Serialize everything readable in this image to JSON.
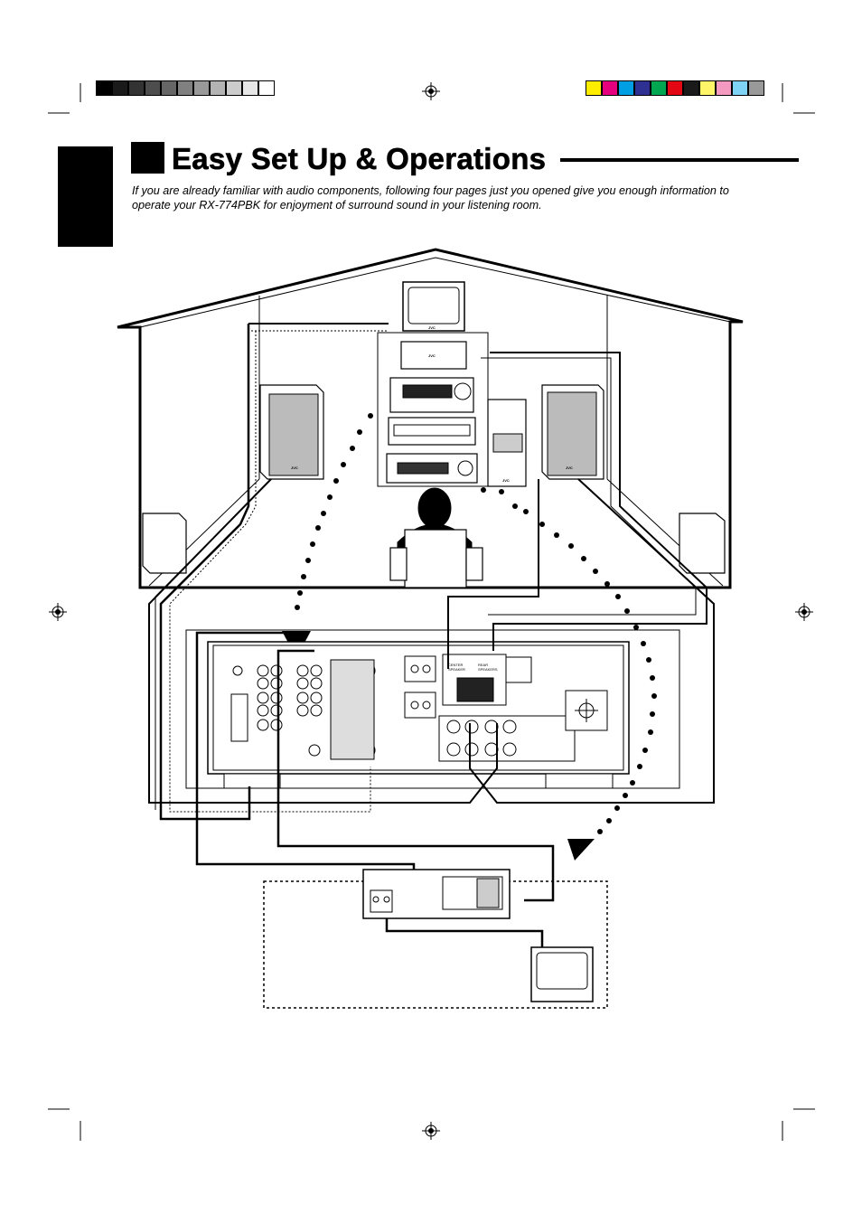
{
  "header": {
    "title": "Easy Set Up & Operations",
    "intro": "If you are already familiar with audio components, following four pages just you opened give you enough information to operate your RX-774PBK for enjoyment of surround sound in your listening room."
  },
  "colors": {
    "ink": "#000000",
    "paper": "#ffffff",
    "gray_scale": [
      "#000000",
      "#1a1a1a",
      "#333333",
      "#4d4d4d",
      "#666666",
      "#808080",
      "#999999",
      "#b3b3b3",
      "#cccccc",
      "#e6e6e6",
      "#ffffff"
    ],
    "process_bar": [
      "#ffed00",
      "#e6007e",
      "#009fe3",
      "#2e3192",
      "#00a650",
      "#e30613",
      "#1a1a1a",
      "#fff568",
      "#f49ac1",
      "#7fd4f5",
      "#999999"
    ]
  },
  "diagram": {
    "brand_marks": [
      "JVC",
      "JVC",
      "JVC",
      "JVC",
      "JVC"
    ],
    "speaker_terminal_labels": [
      "CENTER SPEAKER",
      "REAR SPEAKERS"
    ]
  },
  "icons": {
    "registration_marks": [
      "crosshair-icon",
      "crosshair-icon",
      "crosshair-icon",
      "crosshair-icon"
    ],
    "arrows": [
      "arrowhead-down-icon",
      "arrowhead-down-left-icon"
    ]
  }
}
